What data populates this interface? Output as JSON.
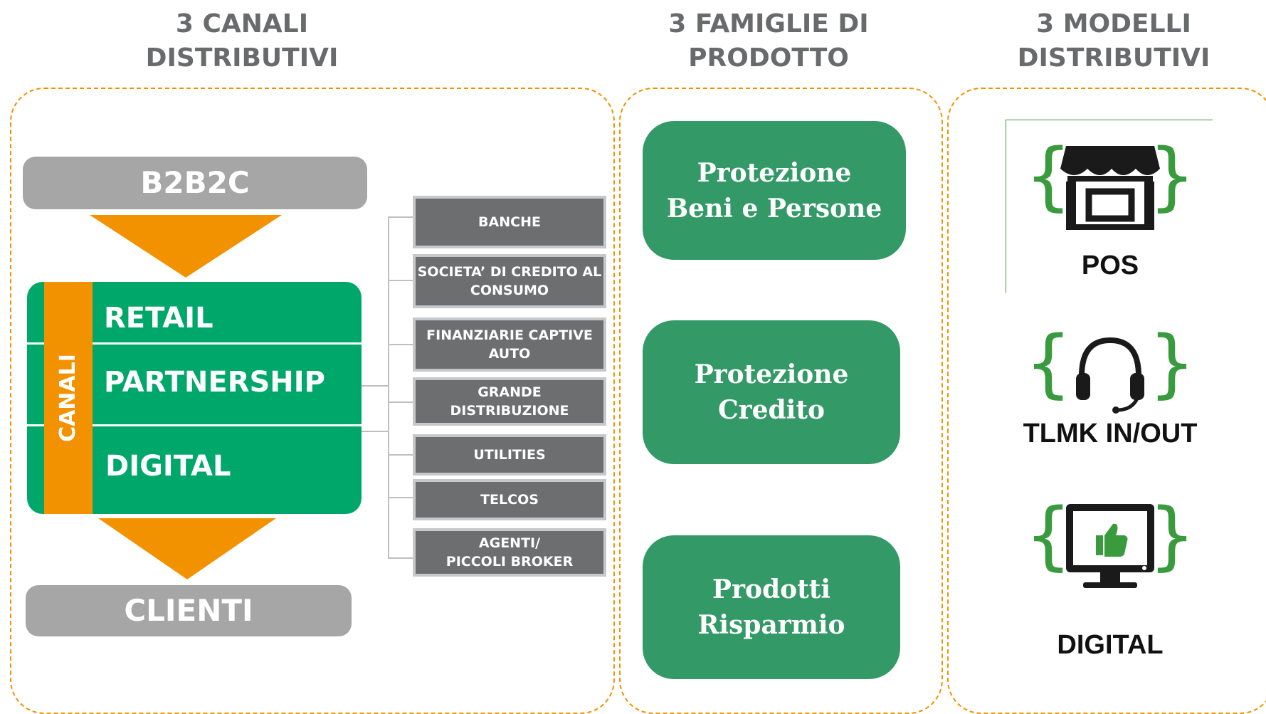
{
  "columns": {
    "canali_title": "3 CANALI\nDISTRIBUTIVI",
    "famiglie_title": "3 FAMIGLIE DI\nPRODOTTO",
    "modelli_title": "3 MODELLI\nDISTRIBUTIVI"
  },
  "canali": {
    "top": "B2B2C",
    "bottom": "CLIENTI",
    "vertical_label": "CANALI",
    "rows": [
      "RETAIL",
      "PARTNERSHIP",
      "DIGITAL"
    ]
  },
  "partners": [
    "BANCHE",
    "SOCIETA’ DI CREDITO AL\nCONSUMO",
    "FINANZIARIE CAPTIVE\nAUTO",
    "GRANDE\nDISTRIBUZIONE",
    "UTILITIES",
    "TELCOS",
    "AGENTI/\nPICCOLI BROKER"
  ],
  "products": [
    "Protezione\nBeni e Persone",
    "Protezione\nCredito",
    "Prodotti\nRisparmio"
  ],
  "modelli": [
    {
      "label": "POS",
      "icon": "store-icon"
    },
    {
      "label": "TLMK IN/OUT",
      "icon": "headset-icon"
    },
    {
      "label": "DIGITAL",
      "icon": "monitor-thumbs-up-icon"
    }
  ],
  "colors": {
    "orange": "#f39200",
    "green": "#00a76a",
    "product_green": "#339966",
    "gray": "#a6a6a6",
    "dark_gray": "#6d6e70",
    "brace_green": "#3a9a3e"
  }
}
